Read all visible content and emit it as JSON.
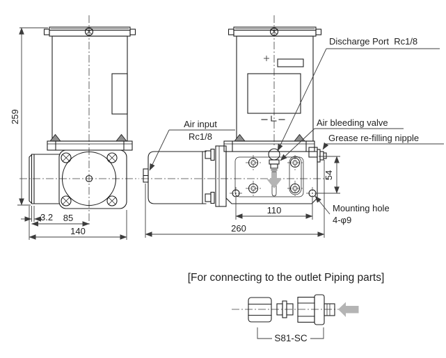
{
  "front_view": {
    "dim_height": "259",
    "dim_plate": "3.2",
    "dim_offset": "85",
    "dim_width": "140"
  },
  "side_view": {
    "label_discharge": "Discharge Port  Rc1/8",
    "label_air_input_1": "Air input",
    "label_air_input_2": "Rc1/8",
    "label_bleed": "Air bleeding valve",
    "label_nipple": "Grease re-filling nipple",
    "label_mount_1": "Mounting hole",
    "label_mount_2": "4-φ9",
    "dim_holes": "110",
    "dim_length": "260",
    "dim_vertical": "54"
  },
  "outlet_section": {
    "title": "[For connecting to the outlet Piping parts]",
    "part_label": "S81-SC"
  },
  "colors": {
    "line": "#1f1f1f",
    "dim": "#3c3c3c",
    "gray": "#b4b4b4",
    "bg": "#ffffff"
  }
}
